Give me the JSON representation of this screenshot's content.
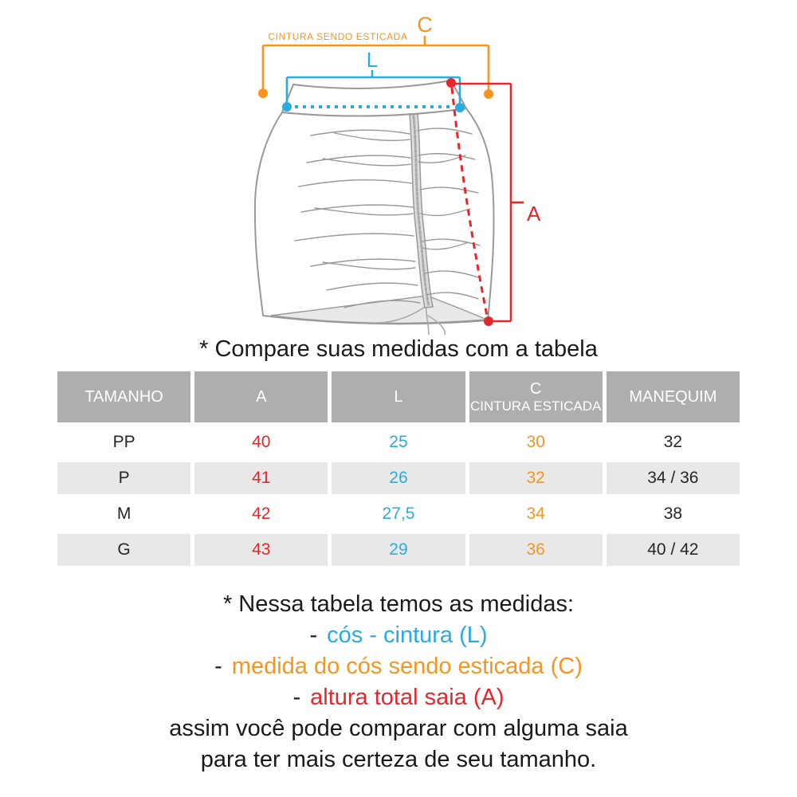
{
  "title": "* Compare suas medidas com a tabela",
  "colors": {
    "red": "#e4272c",
    "blue": "#29abe2",
    "orange": "#f7941e",
    "header_gray": "#afaeae",
    "row_alt_gray": "#e9e8e8",
    "sketch_gray": "#999999",
    "text_black": "#1a1a1a"
  },
  "diagram": {
    "labels": {
      "cintura_esticada": "CINTURA SENDO ESTICADA",
      "c": "C",
      "l": "L",
      "a": "A"
    }
  },
  "table": {
    "headers": {
      "tamanho": "TAMANHO",
      "a": "A",
      "l": "L",
      "c": "C",
      "c_sub": "CINTURA ESTICADA",
      "manequim": "MANEQUIM"
    },
    "rows": [
      {
        "size": "PP",
        "a": "40",
        "l": "25",
        "c": "30",
        "manequim": "32"
      },
      {
        "size": "P",
        "a": "41",
        "l": "26",
        "c": "32",
        "manequim": "34 / 36"
      },
      {
        "size": "M",
        "a": "42",
        "l": "27,5",
        "c": "34",
        "manequim": "38"
      },
      {
        "size": "G",
        "a": "43",
        "l": "29",
        "c": "36",
        "manequim": "40 / 42"
      }
    ]
  },
  "notes": {
    "intro": "* Nessa tabela temos as medidas:",
    "bullet_dash": "-",
    "bullet_l": "cós - cintura (L)",
    "bullet_c": "medida do cós sendo esticada (C)",
    "bullet_a": "altura total saia (A)",
    "outro_1": "assim você pode comparar com alguma saia",
    "outro_2": "para ter mais certeza de seu tamanho."
  },
  "chart_data": {
    "type": "table",
    "columns": [
      "TAMANHO",
      "A",
      "L",
      "C CINTURA ESTICADA",
      "MANEQUIM"
    ],
    "rows": [
      [
        "PP",
        "40",
        "25",
        "30",
        "32"
      ],
      [
        "P",
        "41",
        "26",
        "32",
        "34 / 36"
      ],
      [
        "M",
        "42",
        "27,5",
        "34",
        "38"
      ],
      [
        "G",
        "43",
        "29",
        "36",
        "40 / 42"
      ]
    ]
  }
}
